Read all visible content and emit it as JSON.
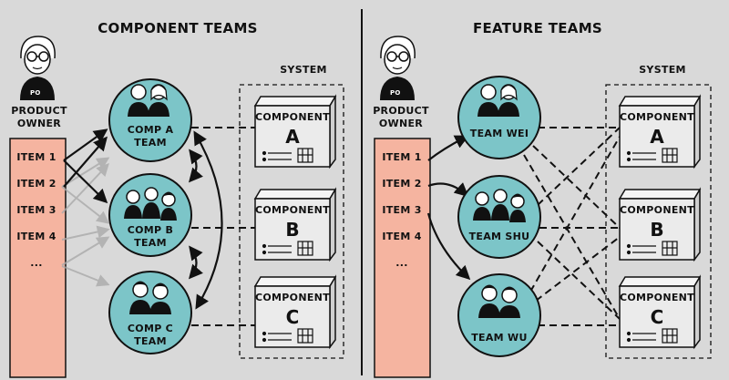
{
  "left": {
    "title": "COMPONENT TEAMS",
    "po_badge": "PO",
    "po_label": [
      "PRODUCT",
      "OWNER"
    ],
    "system_label": "SYSTEM",
    "items": [
      "ITEM 1",
      "ITEM 2",
      "ITEM 3",
      "ITEM 4",
      "..."
    ],
    "teams": [
      [
        "COMP A",
        "TEAM"
      ],
      [
        "COMP B",
        "TEAM"
      ],
      [
        "COMP C",
        "TEAM"
      ]
    ],
    "components": [
      {
        "label": "COMPONENT",
        "letter": "A"
      },
      {
        "label": "COMPONENT",
        "letter": "B"
      },
      {
        "label": "COMPONENT",
        "letter": "C"
      }
    ]
  },
  "right": {
    "title": "FEATURE TEAMS",
    "po_badge": "PO",
    "po_label": [
      "PRODUCT",
      "OWNER"
    ],
    "system_label": "SYSTEM",
    "items": [
      "ITEM 1",
      "ITEM 2",
      "ITEM 3",
      "ITEM 4",
      "..."
    ],
    "teams": [
      [
        "TEAM WEI"
      ],
      [
        "TEAM SHU"
      ],
      [
        "TEAM WU"
      ]
    ],
    "components": [
      {
        "label": "COMPONENT",
        "letter": "A"
      },
      {
        "label": "COMPONENT",
        "letter": "B"
      },
      {
        "label": "COMPONENT",
        "letter": "C"
      }
    ]
  },
  "colors": {
    "background": "#d9d9d9",
    "team_circle": "#7cc5c8",
    "backlog": "#f5b4a0",
    "component_box": "#ebebeb",
    "ink": "#111111"
  }
}
